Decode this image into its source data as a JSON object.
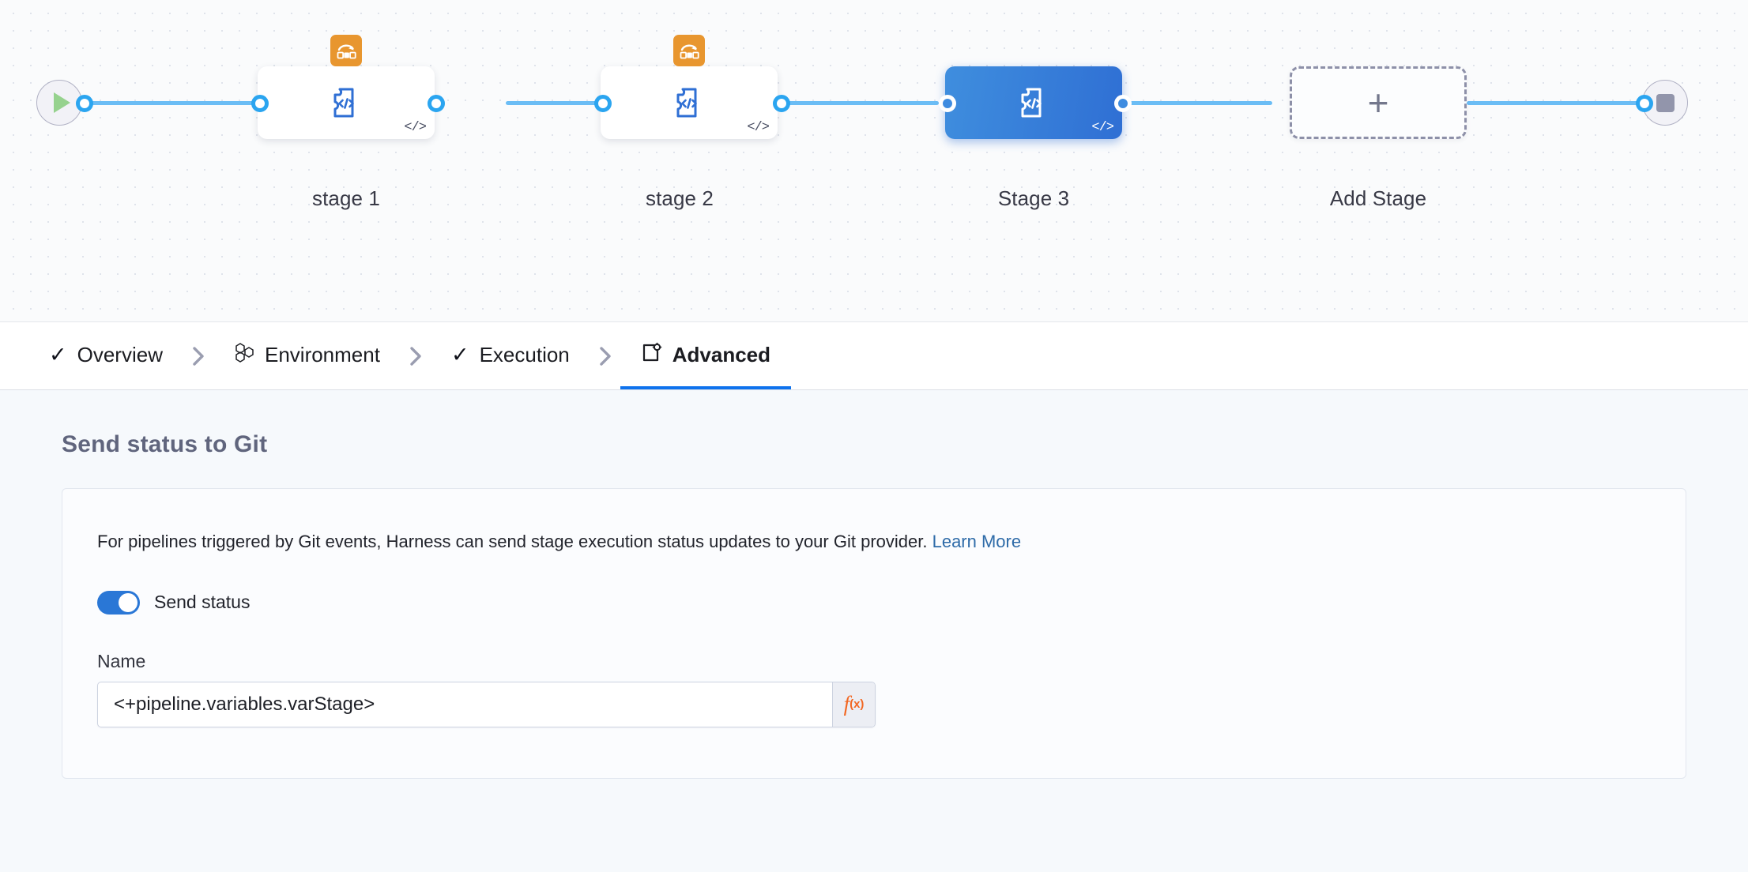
{
  "canvas": {
    "start_node": {
      "icon": "play-icon"
    },
    "end_node": {
      "icon": "stop-icon"
    },
    "add_stage": {
      "label": "Add Stage",
      "icon": "plus-icon"
    },
    "stages": [
      {
        "label": "stage 1",
        "icon": "custom-stage-icon",
        "badge": "matrix-looping-icon",
        "corner_icon": "code-icon",
        "selected": false
      },
      {
        "label": "stage 2",
        "icon": "custom-stage-icon",
        "badge": "matrix-looping-icon",
        "corner_icon": "code-icon",
        "selected": false
      },
      {
        "label": "Stage 3",
        "icon": "custom-stage-icon",
        "badge": null,
        "corner_icon": "code-icon",
        "selected": true
      }
    ]
  },
  "tabs": [
    {
      "label": "Overview",
      "icon": "check-icon",
      "active": false
    },
    {
      "label": "Environment",
      "icon": "hexagons-icon",
      "active": false
    },
    {
      "label": "Execution",
      "icon": "check-icon",
      "active": false
    },
    {
      "label": "Advanced",
      "icon": "advanced-gear-icon",
      "active": true
    }
  ],
  "main": {
    "section_title": "Send status to Git",
    "description_text": "For pipelines triggered by Git events, Harness can send stage execution status updates to your Git provider.",
    "description_link": "Learn More",
    "toggle": {
      "label": "Send status",
      "on": true
    },
    "name_field": {
      "label": "Name",
      "value": "<+pipeline.variables.varStage>",
      "placeholder": "",
      "expression_button": "f",
      "expression_button_sub": "(x)"
    }
  },
  "colors": {
    "accent_blue": "#0e72ed",
    "selected_stage": "#3f8ede",
    "connector": "#6bbdf5",
    "matrix_orange": "#e8962f",
    "fx_orange": "#f26722",
    "link_blue": "#2e6ba8",
    "toggle_on": "#2a77d6"
  }
}
